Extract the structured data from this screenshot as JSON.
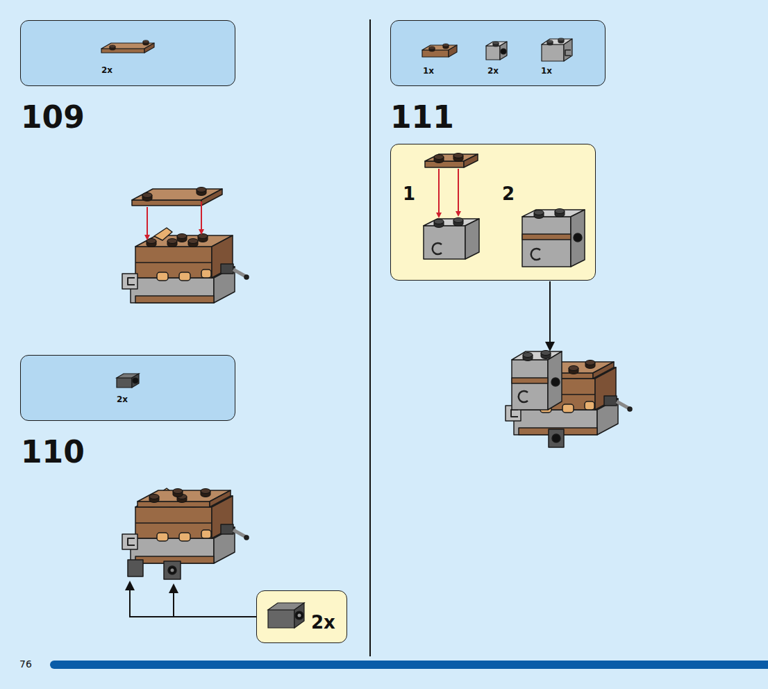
{
  "diagram": {
    "nodes": [
      {
        "text": [
          "2x"
        ]
      },
      {
        "text": [
          "2x"
        ]
      },
      {
        "text": [
          "2x"
        ]
      },
      {
        "text": [
          "1x",
          "2x",
          "1x"
        ]
      },
      {
        "text": [
          "1",
          "2"
        ]
      }
    ],
    "labels": [
      "109",
      "110",
      "111",
      "76"
    ]
  }
}
